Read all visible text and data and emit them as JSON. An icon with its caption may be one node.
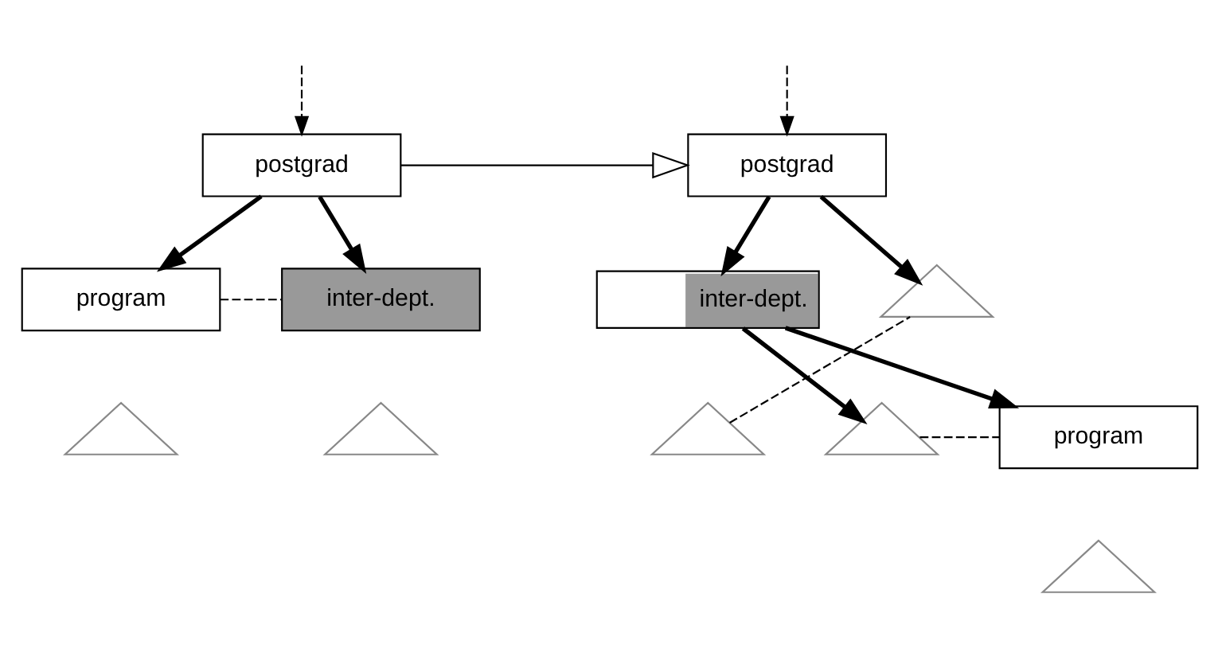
{
  "diagram": {
    "nodes": [
      {
        "text": [
          "postgrad"
        ]
      },
      {
        "text": [
          "program"
        ]
      },
      {
        "text": [
          "inter-dept."
        ]
      },
      {
        "text": [],
        "shape": "triangle"
      },
      {
        "text": [],
        "shape": "triangle"
      },
      {
        "text": [
          "postgrad"
        ]
      },
      {
        "text": [
          "inter-dept."
        ]
      },
      {
        "text": [],
        "shape": "triangle"
      },
      {
        "text": [],
        "shape": "triangle"
      },
      {
        "text": [],
        "shape": "triangle"
      },
      {
        "text": [
          "program"
        ]
      },
      {
        "text": [],
        "shape": "triangle"
      }
    ],
    "edges": [
      {
        "from": null,
        "to": 0,
        "arrow": "to",
        "style": "dashed"
      },
      {
        "from": 0,
        "to": 1,
        "arrow": "to",
        "style": "thick"
      },
      {
        "from": 0,
        "to": 2,
        "arrow": "to",
        "style": "thick"
      },
      {
        "from": 1,
        "to": 2,
        "arrow": "none",
        "style": "dashed"
      },
      {
        "from": 0,
        "to": 5,
        "arrow": "to"
      },
      {
        "from": null,
        "to": 5,
        "arrow": "to",
        "style": "dashed"
      },
      {
        "from": 5,
        "to": 6,
        "arrow": "to",
        "style": "thick"
      },
      {
        "from": 5,
        "to": 8,
        "arrow": "to",
        "style": "thick"
      },
      {
        "from": 7,
        "to": 8,
        "arrow": "none",
        "style": "dashed"
      },
      {
        "from": 6,
        "to": 9,
        "arrow": "to",
        "style": "thick"
      },
      {
        "from": 6,
        "to": 10,
        "arrow": "to",
        "style": "thick"
      },
      {
        "from": 9,
        "to": 10,
        "arrow": "none",
        "style": "dashed"
      }
    ]
  }
}
